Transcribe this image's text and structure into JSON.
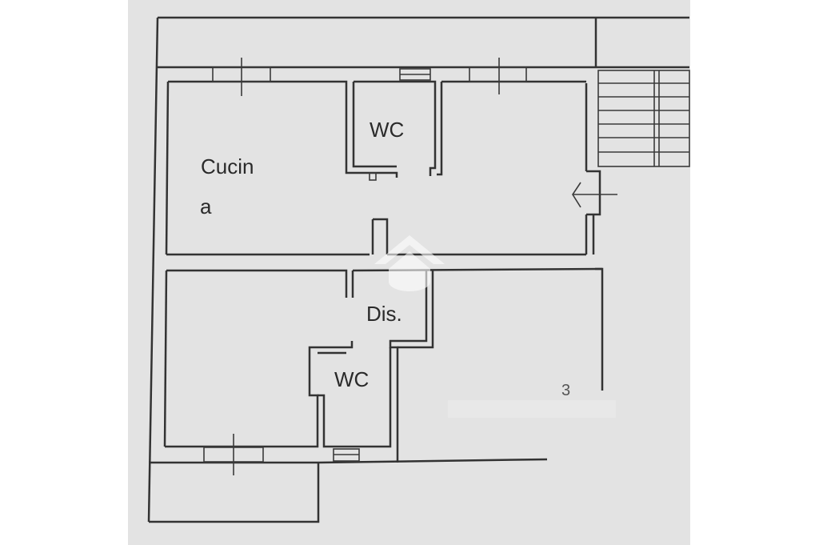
{
  "rooms": {
    "kitchen_line1": "Cucin",
    "kitchen_line2": "a",
    "wc_top": "WC",
    "hall": "Dis.",
    "wc_bottom": "WC",
    "faded_mark": "3"
  },
  "colors": {
    "paper": "#e3e3e3",
    "margin": "#ffffff",
    "ink": "#333333",
    "watermark": "#ffffff"
  },
  "icons": {
    "entrance": "entrance-arrow-icon",
    "watermark": "house-logo-icon"
  }
}
